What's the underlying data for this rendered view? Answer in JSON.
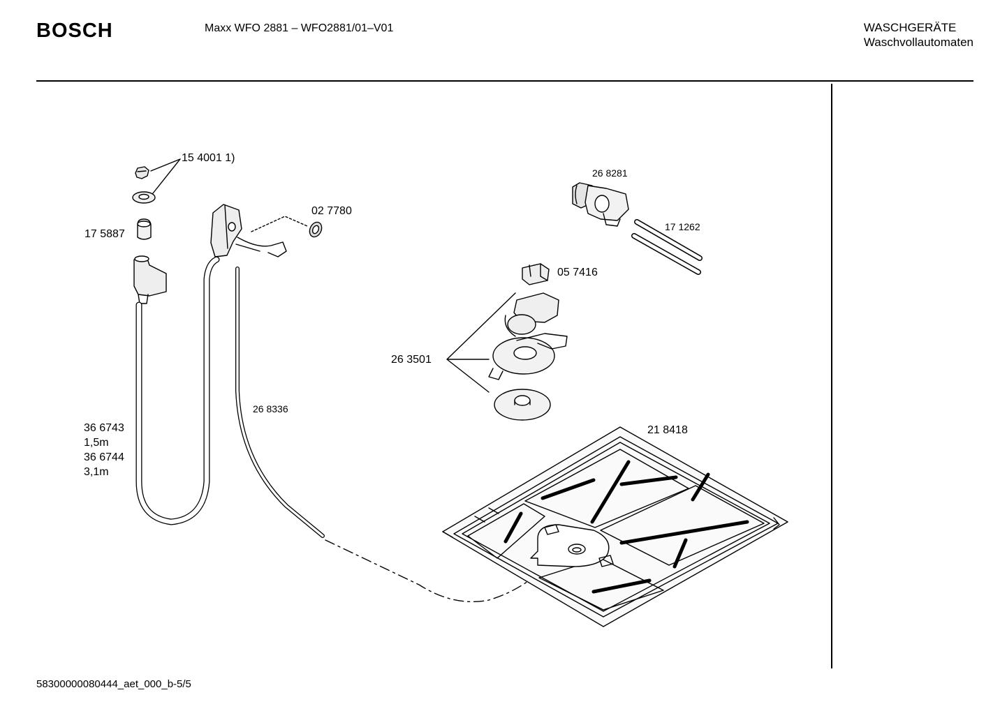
{
  "header": {
    "brand": "BOSCH",
    "model": "Maxx WFO 2881 – WFO2881/01–V01",
    "category_line1": "WASCHGERÄTE",
    "category_line2": "Waschvollautomaten"
  },
  "footer": {
    "document_id": "58300000080444_aet_000_b-5/5"
  },
  "parts": {
    "p154001": "15 4001 1)",
    "p175887": "17 5887",
    "p027780": "02 7780",
    "p268281": "26 8281",
    "p171262": "17 1262",
    "p057416": "05 7416",
    "p263501": "26 3501",
    "p268336": "26 8336",
    "p218418": "21 8418",
    "p366743": "36 6743",
    "len_15": "1,5m",
    "p366744": "36 6744",
    "len_31": "3,1m"
  }
}
